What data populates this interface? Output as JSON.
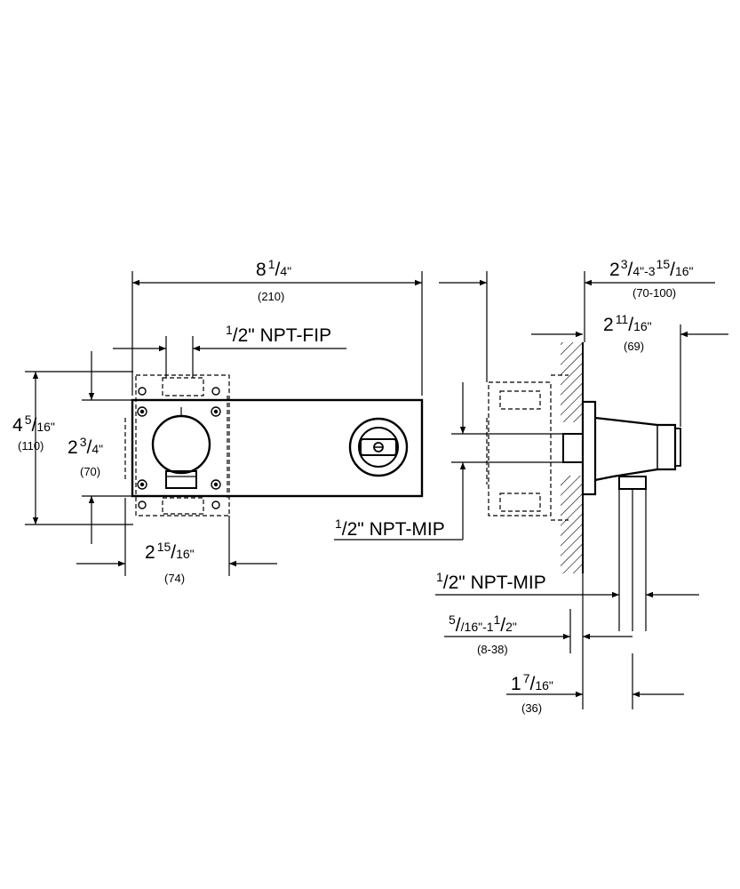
{
  "front_view": {
    "overall_width": {
      "whole": "8",
      "num": "1",
      "den": "4\"",
      "metric": "(210)"
    },
    "inlet": {
      "num": "1",
      "rest": "/2\" NPT-FIP"
    },
    "overall_height": {
      "whole": "4",
      "num": "5",
      "den": "16\"",
      "metric": "(110)"
    },
    "inner_height": {
      "whole": "2",
      "num": "3",
      "den": "4\"",
      "metric": "(70)"
    },
    "bottom_width": {
      "whole": "2",
      "num": "15",
      "den": "16\"",
      "metric": "(74)"
    }
  },
  "side_view": {
    "wall_range": {
      "a_whole": "2",
      "a_num": "3",
      "a_den": "4\"-3",
      "b_num": "15",
      "b_den": "16\"",
      "metric": "(70-100)"
    },
    "projection": {
      "whole": "2",
      "num": "11",
      "den": "16\"",
      "metric": "(69)"
    },
    "outlet_mip_left": {
      "num": "1",
      "rest": "/2\" NPT-MIP"
    },
    "outlet_mip_right": {
      "num": "1",
      "rest": "/2\" NPT-MIP"
    },
    "finish_range": {
      "a_num": "5",
      "a_rest": "/16\"-1",
      "b_num": "1",
      "b_den": "2\"",
      "metric": "(8-38)"
    },
    "outlet_offset": {
      "whole": "1",
      "num": "7",
      "den": "16\"",
      "metric": "(36)"
    }
  }
}
